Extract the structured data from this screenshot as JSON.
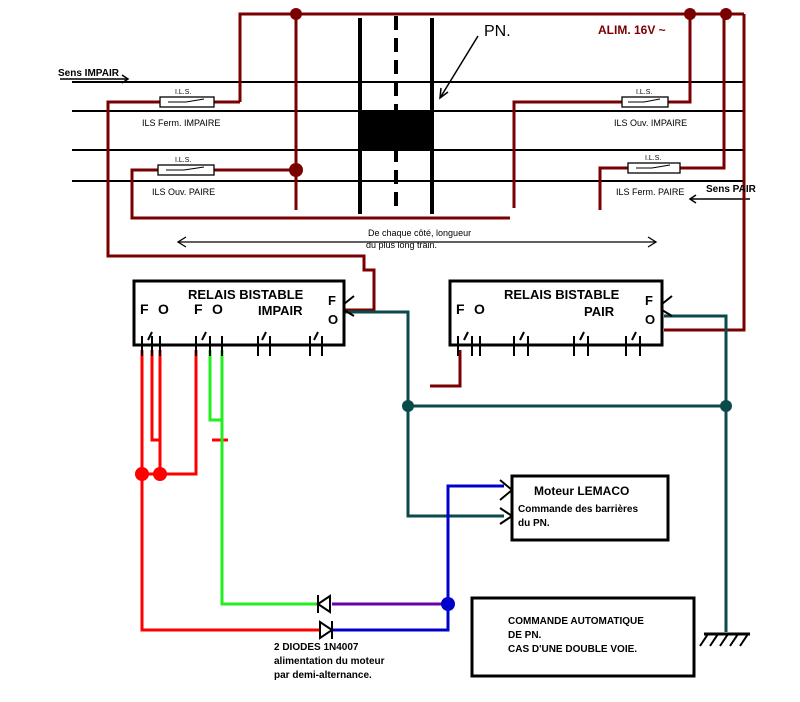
{
  "labels": {
    "pn": "PN.",
    "alim": "ALIM. 16V ~",
    "sens_impair": "Sens IMPAIR",
    "sens_pair": "Sens PAIR",
    "ils": "I.L.S.",
    "ils_ferm_impaire": "ILS Ferm. IMPAIRE",
    "ils_ouv_impaire": "ILS Ouv. IMPAIRE",
    "ils_ouv_paire": "ILS Ouv. PAIRE",
    "ils_ferm_paire": "ILS Ferm. PAIRE",
    "longueur_1": "De chaque côté, longueur",
    "longueur_2": "du plus long train."
  },
  "relais_impair": {
    "title": "RELAIS BISTABLE",
    "sub": "IMPAIR",
    "f": "F",
    "o": "O"
  },
  "relais_pair": {
    "title": "RELAIS BISTABLE",
    "sub": "PAIR",
    "f": "F",
    "o": "O"
  },
  "moteur": {
    "title": "Moteur LEMACO",
    "line1": "Commande des barrières",
    "line2": "du PN."
  },
  "diodes": {
    "line1": "2 DIODES 1N4007",
    "line2": "alimentation du moteur",
    "line3": "par demi-alternance."
  },
  "commande": {
    "line1": "COMMANDE AUTOMATIQUE",
    "line2": "DE PN.",
    "line3": "CAS D'UNE DOUBLE VOIE."
  },
  "colors": {
    "wire_brown": "#7a0000",
    "wire_teal": "#0a4a4a",
    "wire_red": "#ff0000",
    "wire_green": "#22ee22",
    "wire_blue": "#0000cc",
    "wire_purple": "#6a00aa"
  }
}
